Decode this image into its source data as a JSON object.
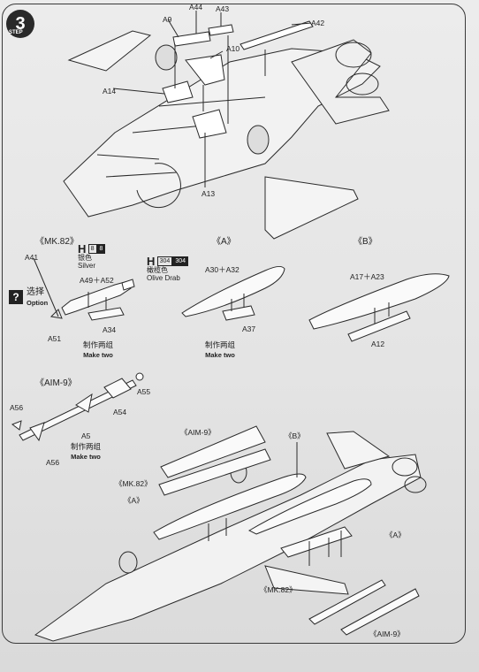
{
  "step": {
    "number": "3",
    "label": "STEP"
  },
  "top_labels": {
    "a44": "A44",
    "a43": "A43",
    "a42": "A42",
    "a9": "A9",
    "a10": "A10",
    "a14": "A14",
    "a13": "A13"
  },
  "mk82": {
    "title": "《MK.82》",
    "a41": "A41",
    "a49_a52": "A49＋A52",
    "a34": "A34",
    "a51": "A51",
    "paint_silver": {
      "h": "H",
      "code1": "8",
      "code2": "8",
      "cn": "银色",
      "en": "Silver"
    },
    "paint_olive": {
      "h": "H",
      "code1": "304",
      "code2": "304",
      "cn": "橄榄色",
      "en": "Olive Drab"
    },
    "option_cn": "选择",
    "option_en": "Option",
    "make_cn": "制作两组",
    "make_en": "Make two"
  },
  "a_tank": {
    "title": "《A》",
    "a30_a32": "A30＋A32",
    "a37": "A37",
    "make_cn": "制作两组",
    "make_en": "Make two"
  },
  "b_tank": {
    "title": "《B》",
    "a17_a23": "A17＋A23",
    "a12": "A12"
  },
  "aim9": {
    "title": "《AIM-9》",
    "a55": "A55",
    "a54": "A54",
    "a56_top": "A56",
    "a5": "A5",
    "a56_bottom": "A56",
    "make_cn": "制作两组",
    "make_en": "Make two"
  },
  "bottom_labels": {
    "aim9_top": "《AIM-9》",
    "b": "《B》",
    "mk82_left": "《MK.82》",
    "a_left": "《A》",
    "a_right": "《A》",
    "mk82_bottom": "《MK.82》",
    "aim9_bottom": "《AIM-9》"
  }
}
